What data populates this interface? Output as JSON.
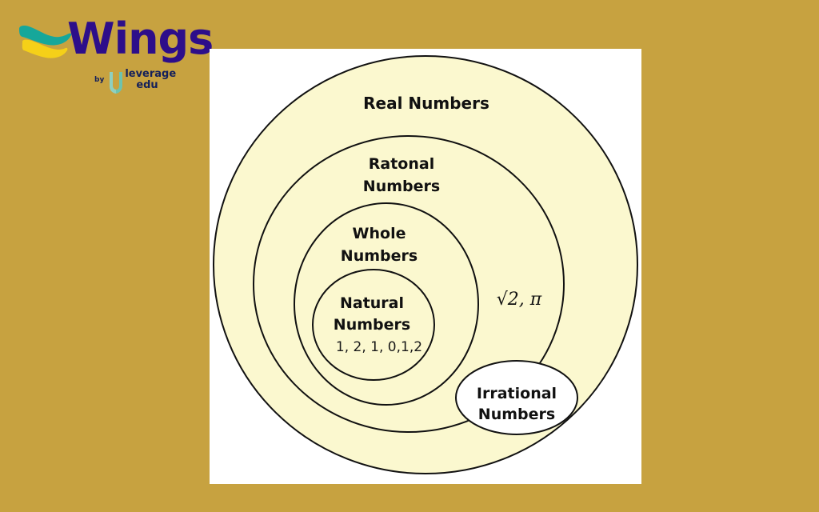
{
  "brand": {
    "name": "Wings",
    "by_text": "by",
    "partner_line1": "leverage",
    "partner_line2": "edu",
    "wings_color": "#2d0e8a",
    "mark_teal": "#16a79a",
    "mark_yellow": "#f5d018",
    "partner_color": "#14205a"
  },
  "page": {
    "background_color": "#c7a240",
    "panel_color": "#ffffff"
  },
  "chart_data": {
    "type": "diagram",
    "subtype": "nested-venn",
    "title": "Real Numbers",
    "fill_color": "#fbf8cf",
    "stroke_color": "#111111",
    "sets": [
      {
        "id": "real",
        "label": "Real Numbers",
        "label_lines": [
          "Real Numbers"
        ],
        "fill": "#fbf8cf",
        "contains": [
          "rational",
          "irrational"
        ]
      },
      {
        "id": "rational",
        "label": "Ratonal Numbers",
        "label_lines": [
          "Ratonal",
          "Numbers"
        ],
        "fill": "#fbf8cf",
        "contains": [
          "whole"
        ]
      },
      {
        "id": "whole",
        "label": "Whole Numbers",
        "label_lines": [
          "Whole",
          "Numbers"
        ],
        "fill": "#fbf8cf",
        "contains": [
          "natural"
        ]
      },
      {
        "id": "natural",
        "label": "Natural Numbers",
        "label_lines": [
          "Natural",
          "Numbers"
        ],
        "fill": "#fbf8cf",
        "members": "1, 2, 1, 0,1,2",
        "contains": []
      },
      {
        "id": "irrational",
        "label": "Irrational Numbers",
        "label_lines": [
          "Irrational",
          "Numbers"
        ],
        "fill": "#ffffff",
        "members": "",
        "contains": []
      }
    ],
    "annotations": [
      {
        "id": "irrational-examples",
        "text_sqrt": "√2",
        "text_rest": ", π",
        "belongs_to": "real"
      }
    ]
  },
  "diagram": {
    "real_label": "Real Numbers",
    "rational_line1": "Ratonal",
    "rational_line2": "Numbers",
    "whole_line1": "Whole",
    "whole_line2": "Numbers",
    "natural_line1": "Natural",
    "natural_line2": "Numbers",
    "natural_values": "1, 2, 1, 0,1,2",
    "irrational_line1": "Irrational",
    "irrational_line2": "Numbers",
    "math_examples_sqrt": "√2",
    "math_examples_tail": ", π"
  }
}
